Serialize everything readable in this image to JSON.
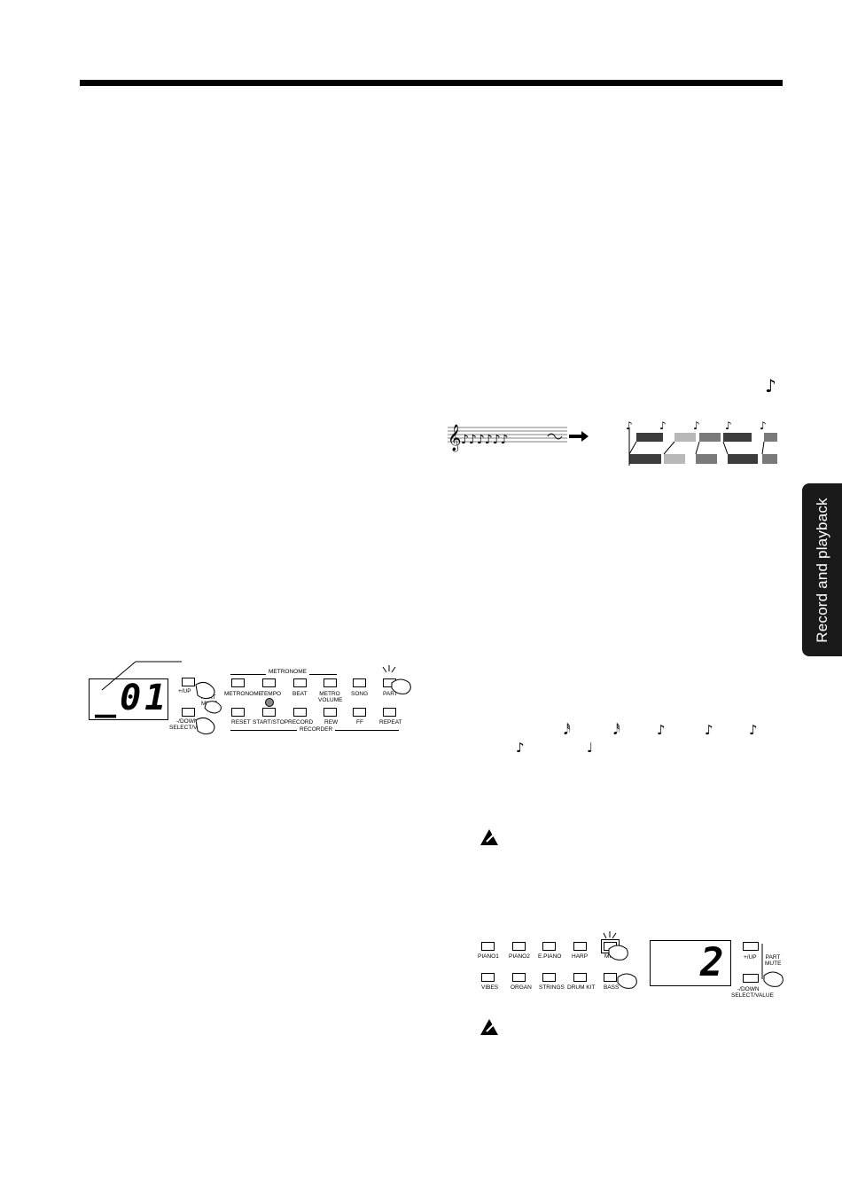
{
  "sidebar_tab": {
    "label": "Record and playback"
  },
  "panel1": {
    "display": "_01",
    "plus_up": "+/UP",
    "minus_down": "-/DOWN",
    "select_value": "SELECT/VALUE",
    "part_mute": "PART MUTE",
    "metronome_group": "METRONOME",
    "recorder_group": "RECORDER",
    "top_buttons": [
      "METRONOME",
      "TEMPO",
      "BEAT",
      "METRO VOLUME",
      "SONG",
      "PART"
    ],
    "bottom_buttons": [
      "RESET",
      "START/STOP",
      "RECORD",
      "REW",
      "FF",
      "REPEAT"
    ]
  },
  "panel2": {
    "display": "2",
    "plus_up": "+/UP",
    "minus_down": "-/DOWN",
    "select_value": "SELECT/VALUE",
    "part_mute": "PART MUTE",
    "top_buttons": [
      "PIANO1",
      "PIANO2",
      "E.PIANO",
      "HARP",
      "MIDI"
    ],
    "bottom_buttons": [
      "VIBES",
      "ORGAN",
      "STRINGS",
      "DRUM KIT",
      "BASS"
    ]
  },
  "notes_row": {
    "top": [
      "𝅘𝅥𝅰",
      "𝅘𝅥𝅰",
      "♪",
      "♪",
      "♪"
    ],
    "bottom": [
      "♪",
      "♩"
    ]
  },
  "colors": {
    "dark": "#3c3c3c",
    "mid": "#7a7a7a",
    "light": "#b8b8b8",
    "tab_bg": "#1a1a1a"
  }
}
